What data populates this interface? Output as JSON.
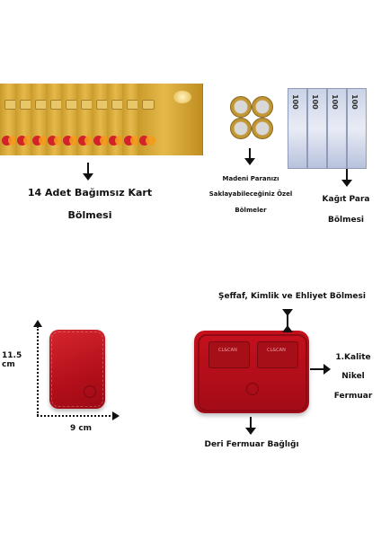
{
  "labels": {
    "cards_line1": "14 Adet Bağımsız Kart",
    "cards_line2": "Bölmesi",
    "coins_line1": "Madeni Paranızı",
    "coins_line2": "Saklayabileceğiniz Özel",
    "coins_line3": "Bölmeler",
    "notes_line1": "Kağıt Para",
    "notes_line2": "Bölmesi",
    "transparent_section": "Şeffaf, Kimlik ve Ehliyet Bölmesi",
    "zipper_line1": "1.Kalite",
    "zipper_line2": "Nikel",
    "zipper_line3": "Fermuar",
    "leather_pull": "Deri Fermuar Bağlığı"
  },
  "dimensions": {
    "height": "11.5 cm",
    "width": "9 cm"
  },
  "banknote_value": "100",
  "colors": {
    "wallet_red": "#c1121f",
    "card_gold": "#d4a53a"
  }
}
